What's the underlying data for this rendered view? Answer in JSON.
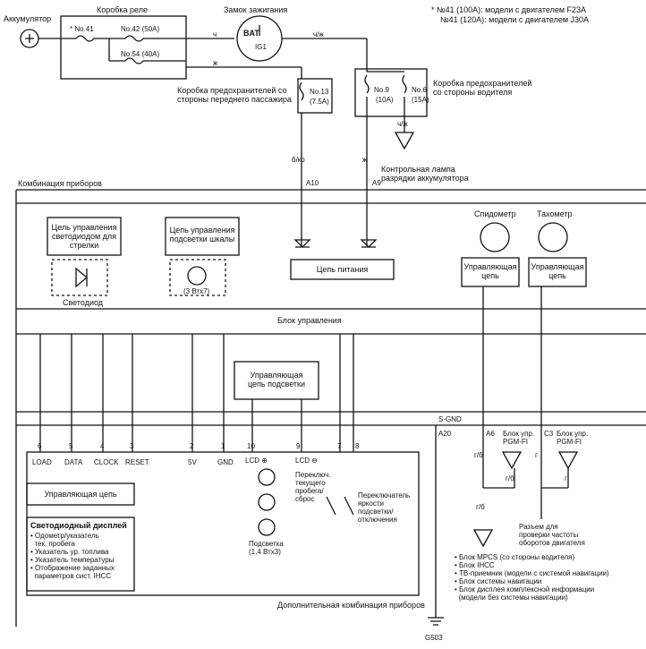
{
  "header": {
    "battery": "Аккумулятор",
    "relay_box": "Коробка реле",
    "ignition_switch": "Замок зажигания",
    "bat": "BAT",
    "ig1": "IG1",
    "note_line1": "* №41 (100A): модели с двигателем F23A",
    "note_line2": "№41 (120A): модели с двигателем J30A"
  },
  "fuses": {
    "f41": "*  No.41",
    "f42": "No.42 (50A)",
    "f54": "No.54 (40A)",
    "f13": "No.13",
    "f13_rating": "(7.5A)",
    "f9": "No.9",
    "f9_rating": "(10A)",
    "f6": "No.6",
    "f6_rating": "(15A)",
    "passenger_box": "Коробка предохранителей со\nстороны переднего пассажира",
    "driver_box": "Коробка предохранителей\nсо стороны водителя"
  },
  "wires": {
    "w_ch": "ч",
    "w_chzh": "ч/ж",
    "w_zh1": "ж",
    "w_zh2": "ж",
    "w_bkr": "б/кр",
    "w_chzh2": "ч/ж",
    "conn_a10": "A10",
    "conn_a9": "A9",
    "warning_lamp": "Контрольная лампа\nразрядки аккумулятора"
  },
  "cluster": {
    "title": "Комбинация приборов",
    "led_ctrl": "Цель управления\nсветодиодом для\nстрелки",
    "led": "Светодиод",
    "dial_ctrl": "Цепь управления\nподсветки шкалы",
    "bulbs": "(3 Втx7)",
    "power": "Цепь питания",
    "speedometer": "Спидометр",
    "tachometer": "Тахометр",
    "ctrl1": "Управляющая\nцепь",
    "ctrl2": "Управляющая\nцепь",
    "control_unit": "Блок управления",
    "backlight_ctrl": "Управляющая\nцепь подсветки",
    "sgnd": "S-GND"
  },
  "pins": {
    "p6": "6",
    "p5": "5",
    "p4": "4",
    "p3": "3",
    "p2": "2",
    "p1": "1",
    "p10": "10",
    "p9": "9",
    "p7": "7",
    "p8": "8",
    "a20": "A20",
    "a6": "A6",
    "c3": "C3"
  },
  "sub": {
    "load": "LOAD",
    "data": "DATA",
    "clock": "CLOCK",
    "reset": "RESET",
    "v5": "5V",
    "gnd": "GND",
    "lcd_plus": "LCD ⊕",
    "lcd_minus": "LCD ⊖",
    "ctrl": "Управляющая цепь",
    "display_title": "Светодиодный дисплей",
    "display_items": "• Одометр/указатель\n  тек. пробега\n• Указатель ур. топлива\n• Указатель температуры\n• Отображение заданных\n  параметров сист. IHCC",
    "backlight": "Подсветка\n(1,4 Втx3)",
    "trip_switch": "Переключ.\nтекущего\nпробега/\nсброс",
    "dim_switch": "Переключатель\nяркости\nподсветки/\nотключения",
    "additional": "Дополнительная комбинация приборов",
    "ground": "G503"
  },
  "right": {
    "pgm1": "Блок упр.\nPGM-FI",
    "pgm2": "Блок упр.\nPGM-FI",
    "g_b1": "г/б",
    "g_b2": "г/б",
    "g_b3": "г/б",
    "g1": "г",
    "g2": "г",
    "connector": "Разъем для\nпроверки частоты\nоборотов двигателя",
    "list": "• Блок MPCS (со стороны водителя)\n• Блок IHCC\n• ТВ-приемник (модели с системой навигации)\n• Блок системы навигации\n• Блок дисплея комплексной информации\n  (модели без системы навигации)"
  }
}
